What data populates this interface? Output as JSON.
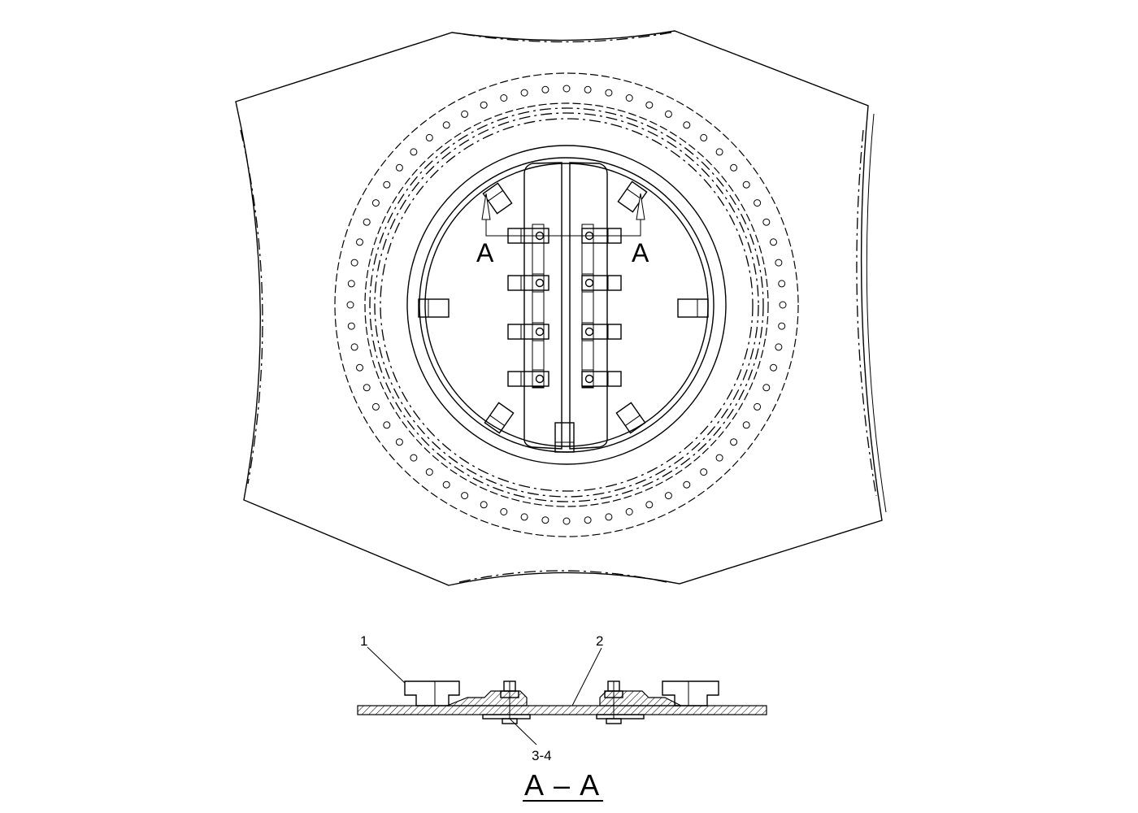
{
  "section_marks": {
    "left": "A",
    "right": "A"
  },
  "callouts": [
    {
      "id": "1",
      "text": "1"
    },
    {
      "id": "2",
      "text": "2"
    },
    {
      "id": "3",
      "text": "3-4"
    }
  ],
  "section_title": "A – A",
  "colors": {
    "line": "#000000",
    "background": "#ffffff"
  }
}
